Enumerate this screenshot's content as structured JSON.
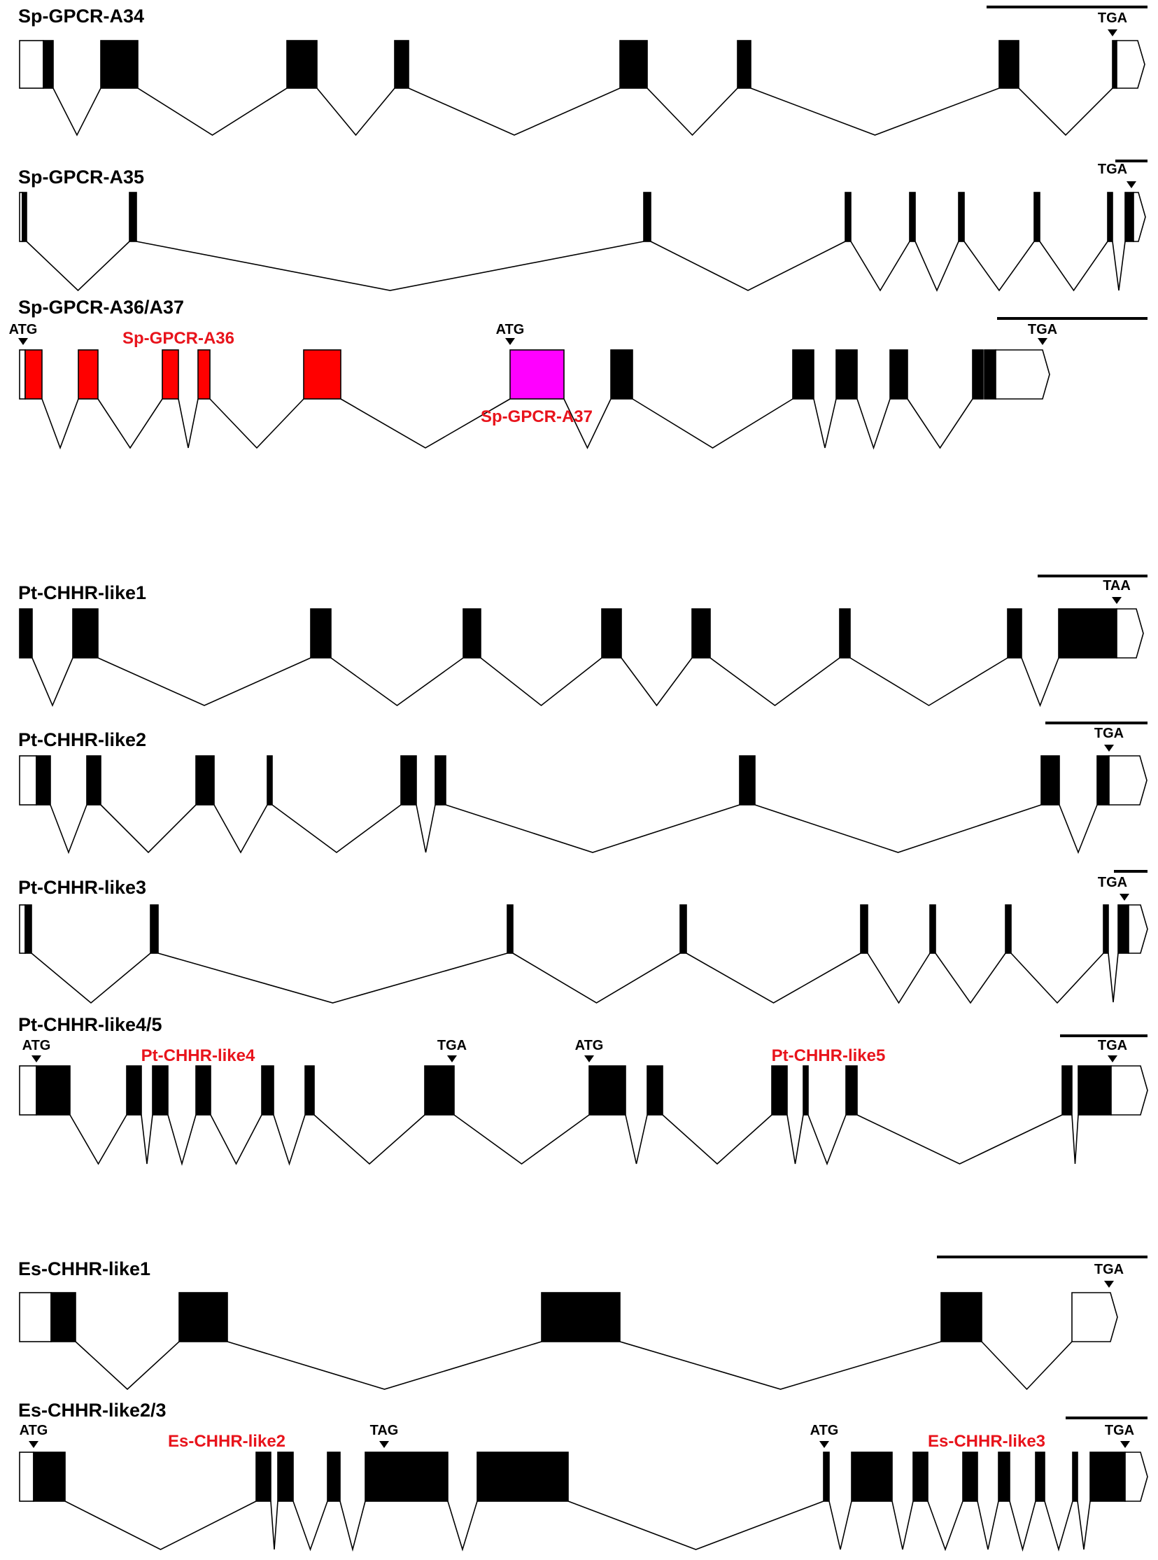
{
  "colors": {
    "coding": "#000000",
    "utr": "#ffffff",
    "red": "#ff0000",
    "magenta": "#ff00ff",
    "label_red": "#e8141c"
  },
  "genes": [
    {
      "title": "Sp-GPCR-A34",
      "scale_bar": true,
      "exons": [
        {
          "kind": "utr"
        },
        {
          "kind": "coding"
        },
        {
          "kind": "coding"
        },
        {
          "kind": "coding"
        },
        {
          "kind": "coding"
        },
        {
          "kind": "coding"
        },
        {
          "kind": "coding"
        },
        {
          "kind": "coding"
        },
        {
          "kind": "coding"
        },
        {
          "kind": "utr_end"
        }
      ],
      "markers": [
        {
          "text": "TGA"
        }
      ],
      "sublabels": []
    },
    {
      "title": "Sp-GPCR-A35",
      "scale_bar": true,
      "exons": [
        {
          "kind": "utr"
        },
        {
          "kind": "coding"
        },
        {
          "kind": "coding"
        },
        {
          "kind": "coding"
        },
        {
          "kind": "coding"
        },
        {
          "kind": "coding"
        },
        {
          "kind": "coding"
        },
        {
          "kind": "coding"
        },
        {
          "kind": "coding"
        },
        {
          "kind": "coding"
        },
        {
          "kind": "utr_end"
        }
      ],
      "markers": [
        {
          "text": "TGA"
        }
      ],
      "sublabels": []
    },
    {
      "title": "Sp-GPCR-A36/A37",
      "scale_bar": true,
      "exons": [
        {
          "kind": "utr"
        },
        {
          "kind": "red"
        },
        {
          "kind": "red"
        },
        {
          "kind": "red"
        },
        {
          "kind": "red"
        },
        {
          "kind": "red"
        },
        {
          "kind": "magenta"
        },
        {
          "kind": "coding"
        },
        {
          "kind": "coding"
        },
        {
          "kind": "coding"
        },
        {
          "kind": "coding"
        },
        {
          "kind": "coding"
        },
        {
          "kind": "coding"
        },
        {
          "kind": "utr_end"
        }
      ],
      "markers": [
        {
          "text": "ATG"
        },
        {
          "text": "ATG"
        },
        {
          "text": "TGA"
        }
      ],
      "sublabels": [
        {
          "text": "Sp-GPCR-A36"
        },
        {
          "text": "Sp-GPCR-A37"
        }
      ]
    },
    {
      "title": "Pt-CHHR-like1",
      "scale_bar": true,
      "exons": [
        {
          "kind": "coding"
        },
        {
          "kind": "coding"
        },
        {
          "kind": "coding"
        },
        {
          "kind": "coding"
        },
        {
          "kind": "coding"
        },
        {
          "kind": "coding"
        },
        {
          "kind": "coding"
        },
        {
          "kind": "coding"
        },
        {
          "kind": "coding"
        },
        {
          "kind": "utr_end"
        }
      ],
      "markers": [
        {
          "text": "TAA"
        }
      ],
      "sublabels": []
    },
    {
      "title": "Pt-CHHR-like2",
      "scale_bar": true,
      "exons": [
        {
          "kind": "utr"
        },
        {
          "kind": "coding"
        },
        {
          "kind": "coding"
        },
        {
          "kind": "coding"
        },
        {
          "kind": "coding"
        },
        {
          "kind": "coding"
        },
        {
          "kind": "coding"
        },
        {
          "kind": "coding"
        },
        {
          "kind": "coding"
        },
        {
          "kind": "coding"
        },
        {
          "kind": "utr_end"
        }
      ],
      "markers": [
        {
          "text": "TGA"
        }
      ],
      "sublabels": []
    },
    {
      "title": "Pt-CHHR-like3",
      "scale_bar": true,
      "exons": [
        {
          "kind": "utr"
        },
        {
          "kind": "coding"
        },
        {
          "kind": "coding"
        },
        {
          "kind": "coding"
        },
        {
          "kind": "coding"
        },
        {
          "kind": "coding"
        },
        {
          "kind": "coding"
        },
        {
          "kind": "coding"
        },
        {
          "kind": "coding"
        },
        {
          "kind": "coding"
        },
        {
          "kind": "utr_end"
        }
      ],
      "markers": [
        {
          "text": "TGA"
        }
      ],
      "sublabels": []
    },
    {
      "title": "Pt-CHHR-like4/5",
      "scale_bar": true,
      "exons": [
        {
          "kind": "utr"
        },
        {
          "kind": "coding"
        },
        {
          "kind": "coding"
        },
        {
          "kind": "coding"
        },
        {
          "kind": "coding"
        },
        {
          "kind": "coding"
        },
        {
          "kind": "coding"
        },
        {
          "kind": "coding"
        },
        {
          "kind": "coding"
        },
        {
          "kind": "coding"
        },
        {
          "kind": "coding"
        },
        {
          "kind": "coding"
        },
        {
          "kind": "coding"
        },
        {
          "kind": "coding"
        },
        {
          "kind": "coding"
        },
        {
          "kind": "utr_end"
        }
      ],
      "markers": [
        {
          "text": "ATG"
        },
        {
          "text": "TGA"
        },
        {
          "text": "ATG"
        },
        {
          "text": "TGA"
        }
      ],
      "sublabels": [
        {
          "text": "Pt-CHHR-like4"
        },
        {
          "text": "Pt-CHHR-like5"
        }
      ]
    },
    {
      "title": "Es-CHHR-like1",
      "scale_bar": true,
      "exons": [
        {
          "kind": "utr"
        },
        {
          "kind": "coding"
        },
        {
          "kind": "coding"
        },
        {
          "kind": "coding"
        },
        {
          "kind": "coding"
        },
        {
          "kind": "utr_end"
        }
      ],
      "markers": [
        {
          "text": "TGA"
        }
      ],
      "sublabels": []
    },
    {
      "title": "Es-CHHR-like2/3",
      "scale_bar": true,
      "exons": [
        {
          "kind": "utr"
        },
        {
          "kind": "coding"
        },
        {
          "kind": "coding"
        },
        {
          "kind": "coding"
        },
        {
          "kind": "coding"
        },
        {
          "kind": "coding"
        },
        {
          "kind": "coding"
        },
        {
          "kind": "coding"
        },
        {
          "kind": "coding"
        },
        {
          "kind": "coding"
        },
        {
          "kind": "coding"
        },
        {
          "kind": "coding"
        },
        {
          "kind": "coding"
        },
        {
          "kind": "coding"
        },
        {
          "kind": "coding"
        },
        {
          "kind": "utr_end"
        }
      ],
      "markers": [
        {
          "text": "ATG"
        },
        {
          "text": "TAG"
        },
        {
          "text": "ATG"
        },
        {
          "text": "TGA"
        }
      ],
      "sublabels": [
        {
          "text": "Es-CHHR-like2"
        },
        {
          "text": "Es-CHHR-like3"
        }
      ]
    }
  ]
}
